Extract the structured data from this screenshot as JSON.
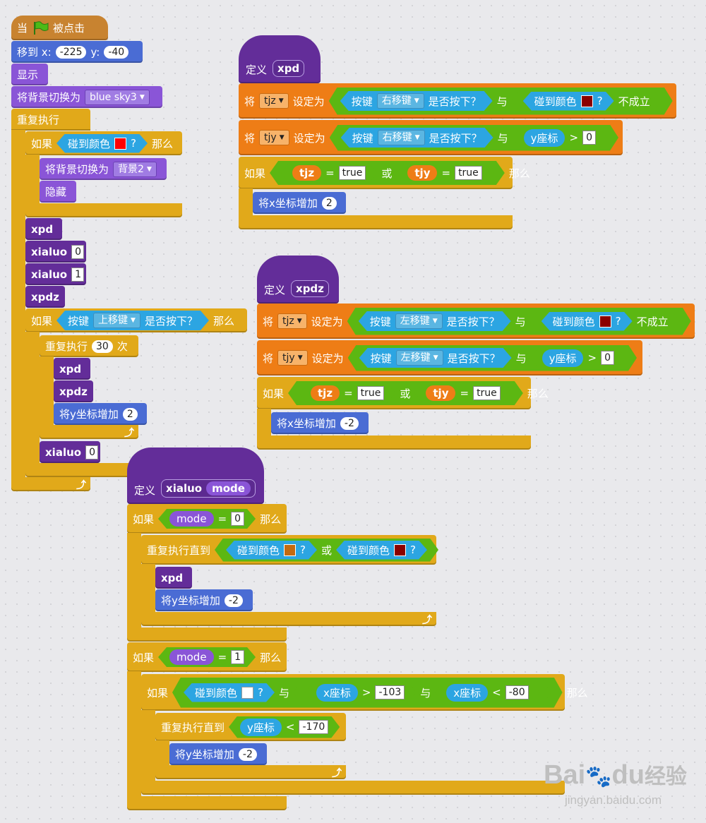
{
  "colors": {
    "events": "#c88330",
    "motion": "#4a6cd4",
    "looks": "#8a55d7",
    "custom": "#632d99",
    "control": "#e1a91a",
    "data": "#ee7d16",
    "sensing": "#2ca5e2",
    "operators": "#5cb712"
  },
  "icons": {
    "flag": "green-flag-icon",
    "loop": "loop-arrow-icon"
  },
  "s1": {
    "when": "当",
    "clicked": "被点击",
    "goto": "移到 x:",
    "goto_x": "-225",
    "goto_y_label": "y:",
    "goto_y": "-40",
    "show": "显示",
    "switch_bg": "将背景切换为",
    "bg1": "blue sky3",
    "forever": "重复执行",
    "if": "如果",
    "then": "那么",
    "touch_color": "碰到颜色",
    "q": "?",
    "bg2": "背景2",
    "hide": "隐藏",
    "xpd": "xpd",
    "xialuo": "xialuo",
    "xpdz": "xpdz",
    "v0": "0",
    "v1": "1",
    "key": "按键",
    "key_up": "上移键",
    "pressed": "是否按下？",
    "repeat": "重复执行",
    "times": "30",
    "times_unit": "次",
    "change_y": "将y坐标增加",
    "y2": "2"
  },
  "s2": {
    "define": "定义",
    "name": "xpd",
    "set": "将",
    "var1": "tjz",
    "var2": "tjy",
    "set_to": "设定为",
    "key": "按键",
    "key_right": "右移键",
    "pressed": "是否按下？",
    "and": "与",
    "touch_color": "碰到颜色",
    "q": "?",
    "not": "不成立",
    "ypos": "y座标",
    "gt": ">",
    "zero": "0",
    "if": "如果",
    "eq": "=",
    "true": "true",
    "or": "或",
    "then": "那么",
    "change_x": "将x坐标增加",
    "x2": "2"
  },
  "s3": {
    "define": "定义",
    "name": "xpdz",
    "set": "将",
    "var1": "tjz",
    "var2": "tjy",
    "set_to": "设定为",
    "key": "按键",
    "key_left": "左移键",
    "pressed": "是否按下？",
    "and": "与",
    "touch_color": "碰到颜色",
    "q": "?",
    "not": "不成立",
    "ypos": "y座标",
    "gt": ">",
    "zero": "0",
    "if": "如果",
    "eq": "=",
    "true": "true",
    "or": "或",
    "then": "那么",
    "change_x": "将x坐标增加",
    "xm2": "-2"
  },
  "s4": {
    "define": "定义",
    "name": "xialuo",
    "param": "mode",
    "if": "如果",
    "eq": "=",
    "v0": "0",
    "v1": "1",
    "then": "那么",
    "repeat_until": "重复执行直到",
    "touch_color": "碰到颜色",
    "q": "?",
    "or": "或",
    "and": "与",
    "xpd": "xpd",
    "change_y": "将y坐标增加",
    "ym2": "-2",
    "xpos": "x座标",
    "gt": ">",
    "lt": "<",
    "v103": "-103",
    "v80": "-80",
    "ypos": "y座标",
    "v170": "-170"
  },
  "watermark": {
    "brand": "Bai",
    "brand2": "du",
    "brand3": "经验",
    "url": "jingyan.baidu.com"
  }
}
